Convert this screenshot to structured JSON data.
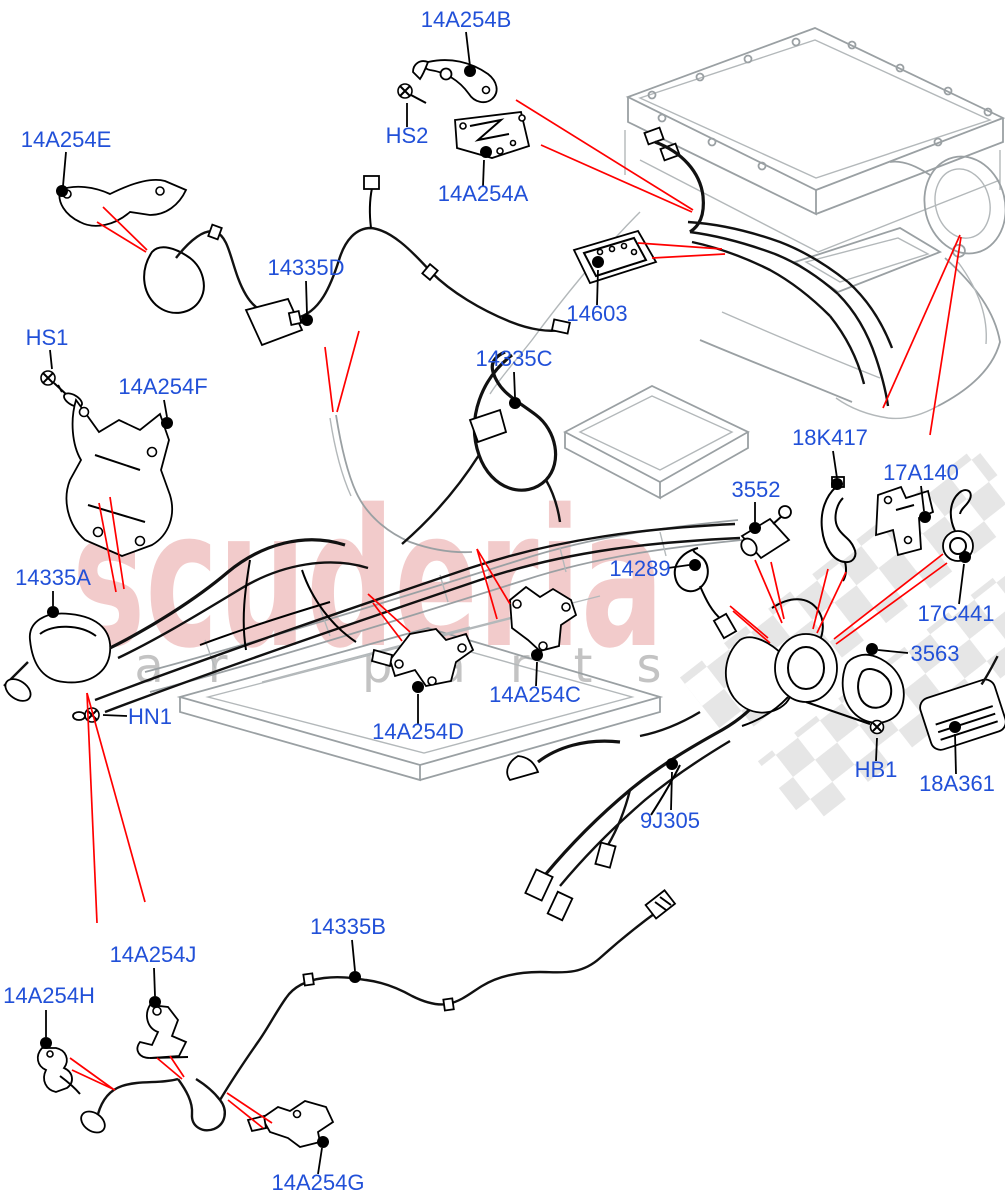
{
  "diagram": {
    "description": "Exploded parts diagram - hybrid battery wiring harness and brackets",
    "colors": {
      "label_blue": "#2150d8",
      "pointer_red": "#ff0000",
      "leader_black": "#000000",
      "artwork_gray": "#9aa0a3",
      "watermark_pink": "rgba(216,92,92,0.32)",
      "watermark_gray": "rgba(145,145,145,0.55)"
    }
  },
  "watermark": {
    "brand": "scuderia",
    "sub_left": "car",
    "sub_right": "parts"
  },
  "labels": {
    "14A254B": "14A254B",
    "14A254E": "14A254E",
    "HS2": "HS2",
    "14A254A": "14A254A",
    "14335D": "14335D",
    "14603": "14603",
    "HS1": "HS1",
    "14A254F": "14A254F",
    "14335C": "14335C",
    "18K417": "18K417",
    "17A140": "17A140",
    "3552": "3552",
    "14289": "14289",
    "17C441": "17C441",
    "3563": "3563",
    "14335A": "14335A",
    "HN1": "HN1",
    "14A254D": "14A254D",
    "14A254C": "14A254C",
    "HB1": "HB1",
    "18A361": "18A361",
    "9J305": "9J305",
    "14335B": "14335B",
    "14A254J": "14A254J",
    "14A254H": "14A254H",
    "14A254G": "14A254G"
  }
}
